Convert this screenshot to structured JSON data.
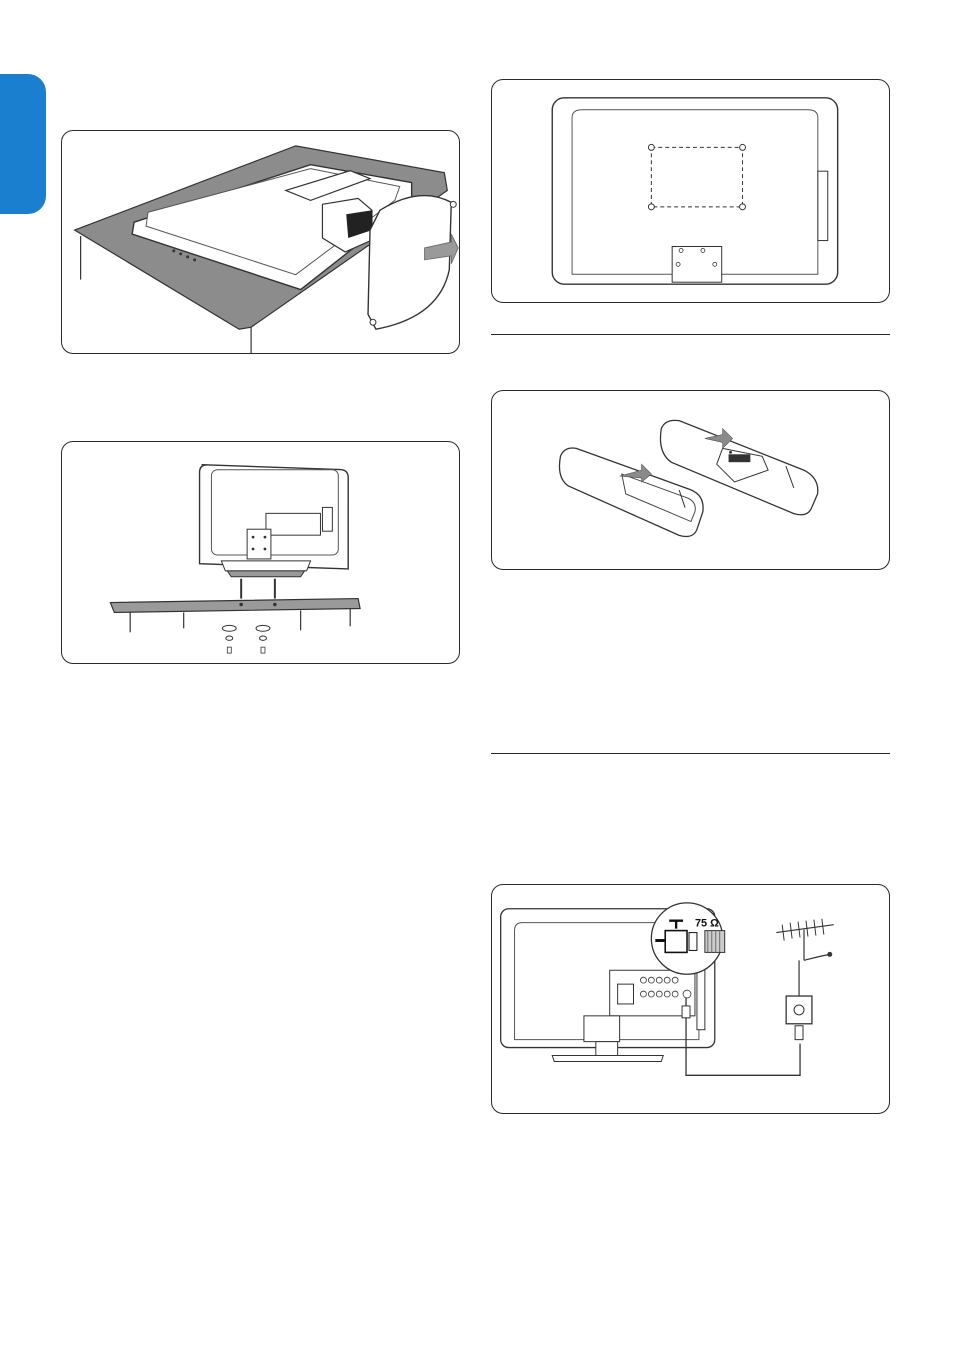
{
  "page": {
    "accent_color": "#1a7fcf",
    "sidebar_tab": {
      "icon": "language-tab-marker"
    }
  },
  "figures": {
    "stand_removal": {
      "icon": "tv-stand-removal-illustration"
    },
    "stand_mounting": {
      "icon": "tv-stand-screw-mounting-illustration"
    },
    "wall_mount_holes": {
      "icon": "tv-back-vesa-holes-illustration"
    },
    "remote_batteries": {
      "icon": "remote-battery-cover-illustration"
    },
    "antenna_connection": {
      "icon": "antenna-cable-connection-illustration",
      "connector_label": "75 Ω"
    }
  }
}
